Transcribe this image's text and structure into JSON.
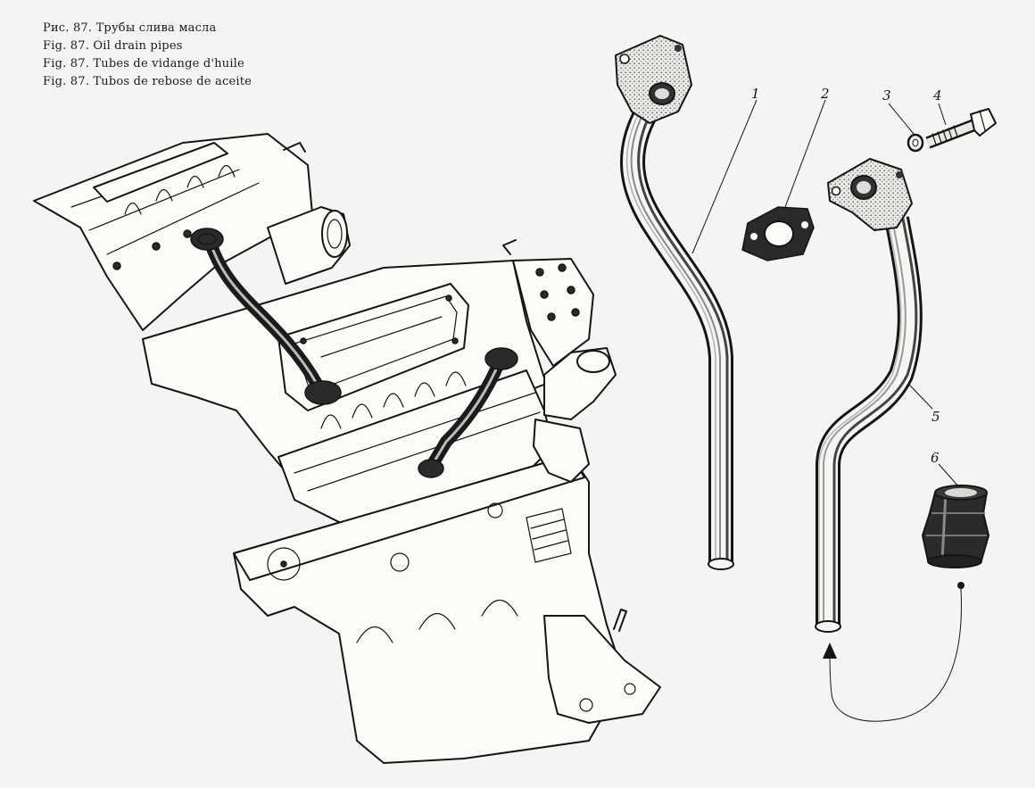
{
  "captions": [
    "Рис. 87. Трубы слива масла",
    "Fig. 87. Oil drain pipes",
    "Fig. 87. Tubes de vidange d'huile",
    "Fig. 87. Tubos de rebose de aceite"
  ],
  "callouts": {
    "c1": "1",
    "c2": "2",
    "c3": "3",
    "c4": "4",
    "c5": "5",
    "c6": "6"
  }
}
